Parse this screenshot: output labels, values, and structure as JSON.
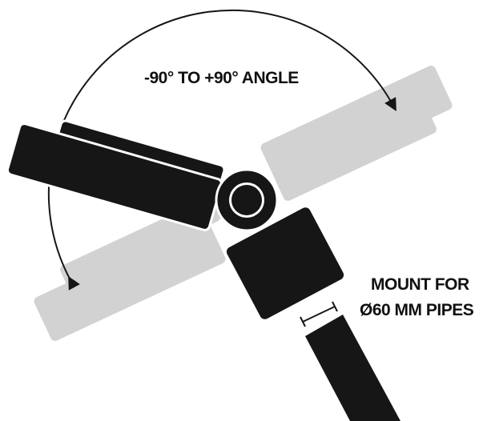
{
  "angle_label": "-90° TO +90° ANGLE",
  "mount_label": {
    "line1": "MOUNT FOR",
    "line2": "Ø60 MM PIPES"
  },
  "colors": {
    "dark": "#161616",
    "ghost": "#d2d2d2",
    "outline": "#ffffff"
  }
}
